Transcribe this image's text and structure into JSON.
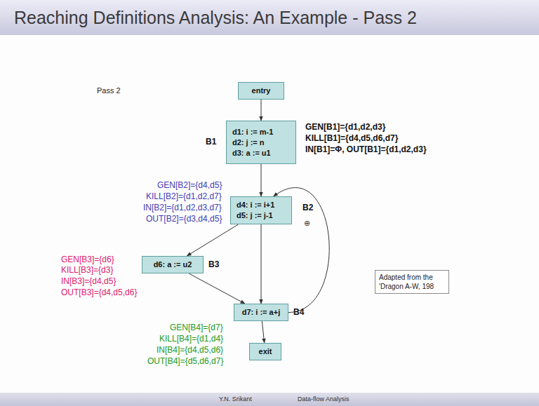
{
  "diagram": {
    "title": "Reaching Definitions Analysis: An Example - Pass 2",
    "nodes": [
      {
        "text": [
          "entry"
        ]
      },
      {
        "text": [
          "d1: i := m-1",
          "d2: j := n",
          "d3: a := u1"
        ]
      },
      {
        "text": [
          "d4: i := i+1",
          "d5: j := j-1"
        ]
      },
      {
        "text": [
          "d6: a := u2"
        ]
      },
      {
        "text": [
          "d7: i := a+j"
        ]
      },
      {
        "text": [
          "exit"
        ]
      },
      {
        "text": [
          "Adapted from the 'Dragon A-W, 198"
        ]
      }
    ],
    "edges": [
      {
        "from": 0,
        "to": 1,
        "arrow": "to"
      },
      {
        "from": 1,
        "to": 2,
        "arrow": "to"
      },
      {
        "from": 2,
        "to": 3,
        "arrow": "to"
      },
      {
        "from": 2,
        "to": 4,
        "arrow": "to"
      },
      {
        "from": 3,
        "to": 4,
        "arrow": "to"
      },
      {
        "from": 4,
        "to": 5,
        "arrow": "to"
      },
      {
        "from": 4,
        "to": 2,
        "arrow": "to"
      }
    ],
    "labels": [
      "Pass 2",
      "B1",
      "GEN[B1]={d1,d2,d3}",
      "KILL[B1]={d4,d5,d6,d7}",
      "IN[B1]=Φ, OUT[B1]={d1,d2,d3}",
      "GEN[B2]={d4,d5}",
      "KILL[B2]={d1,d2,d7}",
      "IN[B2]={d1,d2,d3,d7}",
      "OUT[B2]={d3,d4,d5}",
      "B2",
      "⊕",
      "GEN[B3]={d6}",
      "KILL[B3]={d3}",
      "IN[B3]={d4,d5}",
      "OUT[B3]={d4,d5,d6}",
      "B3",
      "GEN[B4]={d7}",
      "KILL[B4]={d1,d4}",
      "IN[B4]={d4,d5,d6}",
      "OUT[B4]={d5,d6,d7}",
      "B4",
      "Y.N. Srikant",
      "Data-flow Analysis"
    ]
  }
}
